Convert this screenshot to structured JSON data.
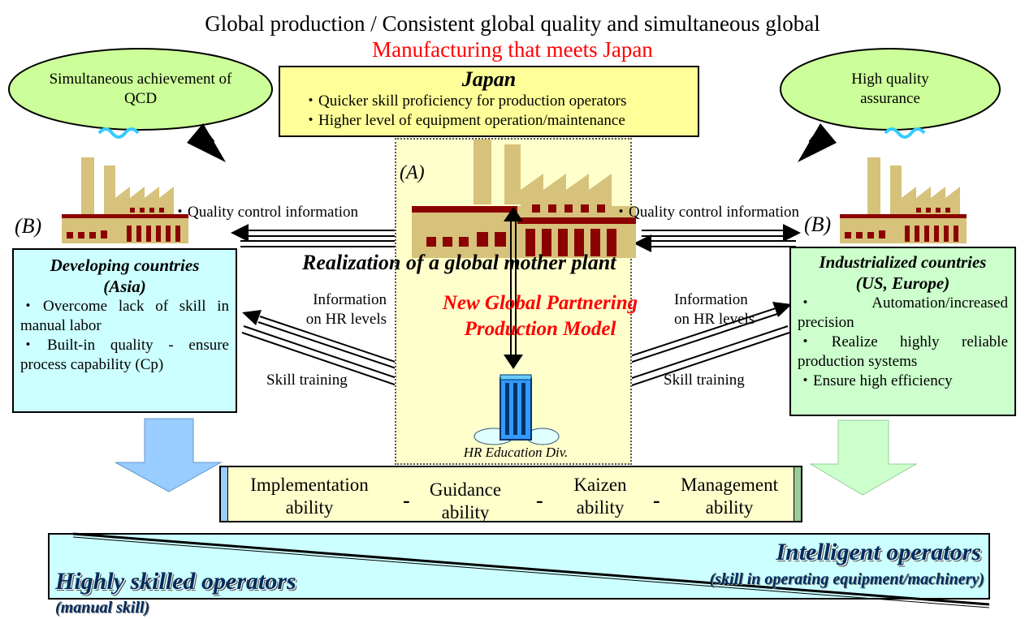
{
  "header": {
    "title_line1": "Global production / Consistent global quality and simultaneous global",
    "title_line2": "Manufacturing that meets Japan"
  },
  "bubbles": {
    "left": "Simultaneous achievement of QCD",
    "right": "High quality assurance"
  },
  "japan": {
    "title": "Japan",
    "items": [
      "・Quicker skill proficiency for production operators",
      "・Higher level of equipment operation/maintenance"
    ]
  },
  "labels": {
    "a": "(A)",
    "b_left": "(B)",
    "b_right": "(B)",
    "qc_left": "Quality control information",
    "qc_right": "Quality control information",
    "hr_info_left_1": "Information",
    "hr_info_left_2": "on HR levels",
    "hr_info_right_1": "Information",
    "hr_info_right_2": "on HR levels",
    "skill_left": "Skill training",
    "skill_right": "Skill training",
    "realization": "Realization of a global mother plant",
    "model_line1": "New Global Partnering",
    "model_line2": "Production Model",
    "hr_division": "HR Education Div."
  },
  "developing": {
    "title_line1": "Developing countries",
    "title_line2": "(Asia)",
    "items": [
      "・Overcome lack of skill in manual labor",
      "・Built-in quality - ensure process capability (Cp)"
    ]
  },
  "industrialized": {
    "title_line1": "Industrialized countries",
    "title_line2": "(US, Europe)",
    "items": [
      "・Automation/increased precision",
      "・Realize highly reliable production systems",
      "・Ensure high efficiency"
    ]
  },
  "abilities": [
    {
      "line1": "Implementation",
      "line2": "ability"
    },
    {
      "line1": "Guidance",
      "line2": "ability"
    },
    {
      "line1": "Kaizen",
      "line2": "ability"
    },
    {
      "line1": "Management",
      "line2": "ability"
    }
  ],
  "ability_separator": "-",
  "operators": {
    "intelligent_title": "Intelligent operators",
    "intelligent_sub": "(skill in operating equipment/machinery)",
    "skilled_title": "Highly skilled operators",
    "skilled_sub": "(manual skill)"
  },
  "colors": {
    "bubble": "#ccff99",
    "japan_box": "#ffff99",
    "center_panel": "#ffffcc",
    "developing_box": "#ccffff",
    "industrialized_box": "#ccffcc",
    "operators_band": "#ccffff",
    "red_text": "#ff0000",
    "factory": "#d6c27a",
    "factory_roof": "#8b0000"
  }
}
